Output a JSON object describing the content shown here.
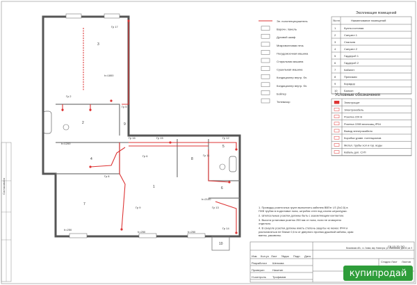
{
  "legend_items": [
    "Эл. полотенцесушитель",
    "Варочн. панель",
    "Духовой шкаф",
    "Микроволновая печь",
    "Посудомоечная машина",
    "Стиральная машина",
    "Сушильная машина",
    "Кондиционер внутр. бл.",
    "Кондиционер внутр. бл.",
    "Бойлер",
    "Телевизор"
  ],
  "explication": {
    "title": "Экспликация помещений",
    "col_no": "№ пп",
    "col_name": "Наименование помещений",
    "rows": [
      {
        "no": "1",
        "name": "Кухня-гостиная"
      },
      {
        "no": "2",
        "name": "Санузел 1"
      },
      {
        "no": "3",
        "name": "Спальня"
      },
      {
        "no": "4",
        "name": "Санузел 2"
      },
      {
        "no": "5",
        "name": "Гардероб 1"
      },
      {
        "no": "6",
        "name": "Гардероб 2"
      },
      {
        "no": "7",
        "name": "Кабинет"
      },
      {
        "no": "8",
        "name": "Прихожая"
      },
      {
        "no": "9",
        "name": "Коридор"
      },
      {
        "no": "10",
        "name": "Балкон"
      }
    ]
  },
  "symbols": {
    "title": "Условные обозначения",
    "items": [
      "Электрощит",
      "Электрокабель",
      "Розетка 220 В",
      "Розетка 220В влагозащ IP54",
      "Вывод электрокабеля",
      "Коробка уравн. потенциалов",
      "Метал. трубы хол и гор. воды",
      "Кабель доп. СУП"
    ]
  },
  "notes": [
    "1. Проводку розеточных групп выполнить кабелем ВВГнг LS (3х2,5) в ПХВ трубах в подготовке пола, штробах стен под слоем штукатурки.",
    "2. Штепсельные розетки должны быть с заземляющим контактом.",
    "3. Высота установки розеток 250 мм от пола, если не оговорено отдельно.",
    "4. В санузле розетки должны иметь степень защиты не менее IP44 и располагаться не ближе 0,6 м от дверного проема душевой кабины, края ванны, раковины."
  ],
  "stamp": {
    "code": "СК-10-20-ЭО",
    "address": "Московская обл., г.о. Химки, мкр. Новогорск, ул. Ивановская, дом 53, кв. 9",
    "roles": [
      "Разработал",
      "Проверил",
      "Н.контроль"
    ],
    "names": [
      "Шелкова",
      "Никитин",
      "Трофимов"
    ],
    "headers": [
      "Изм",
      "Кол.уч",
      "Лист",
      "№док",
      "Подп",
      "Дата"
    ],
    "stage_headers": [
      "Стадия",
      "Лист",
      "Листов"
    ]
  },
  "room_labels": [
    "1",
    "2",
    "3",
    "4",
    "5",
    "6",
    "7",
    "8",
    "9",
    "10"
  ],
  "door_labels": [
    "Гр 1",
    "Гр 2",
    "Гр 3",
    "Гр 4",
    "Гр 5",
    "Гр 6",
    "Гр 7",
    "Гр 8",
    "Гр 9",
    "Гр 10",
    "Гр 11",
    "Гр 12",
    "Гр 13",
    "Гр 14",
    "Гр 15",
    "Гр 16",
    "Гр 17"
  ],
  "height_labels": [
    "h=250",
    "h=1200",
    "h=1800",
    "h=2100"
  ],
  "side_label": "Согласовано",
  "logo": {
    "text": "купипродай"
  }
}
